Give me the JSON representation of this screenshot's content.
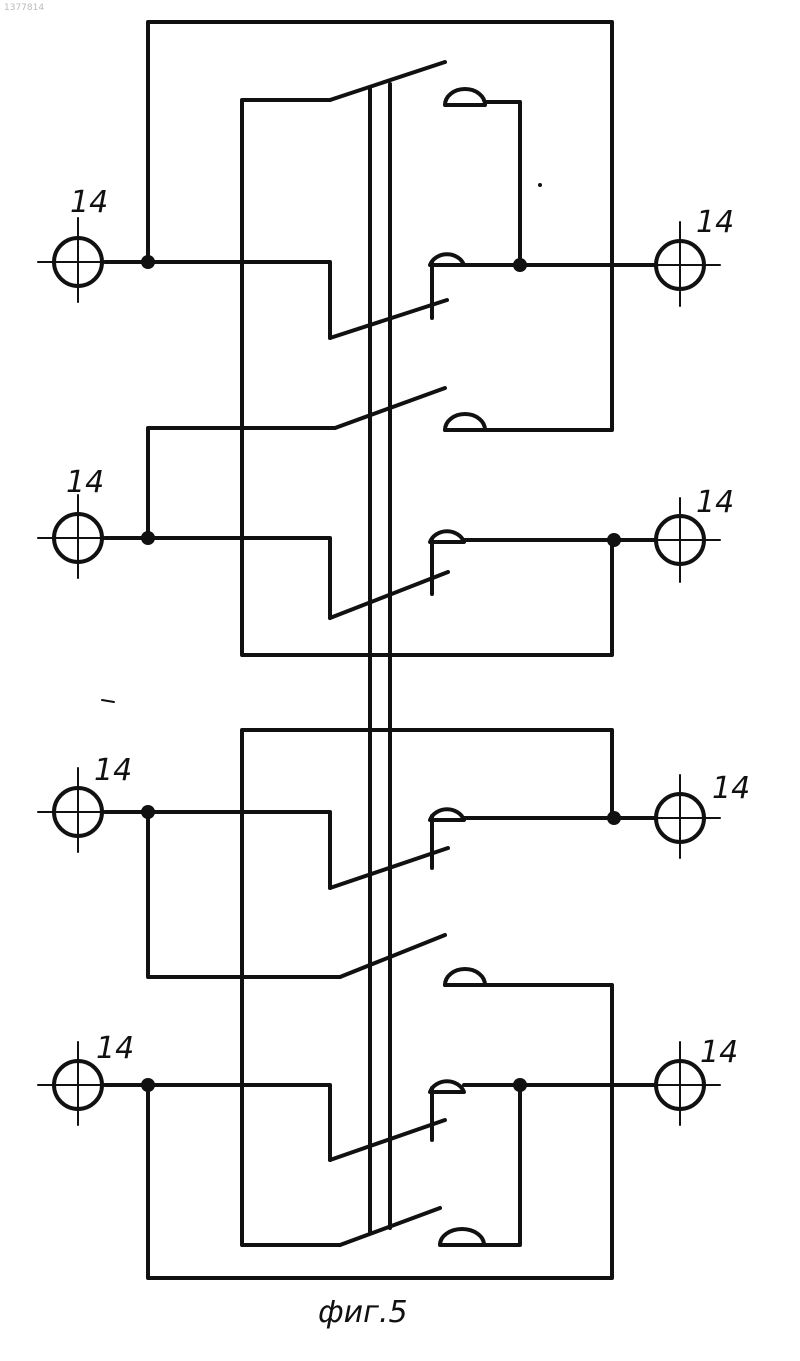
{
  "document_number": "1377814",
  "terminal_label": "14",
  "caption": "фиг.5",
  "colors": {
    "ink": "#111111",
    "paper": "#ffffff"
  }
}
